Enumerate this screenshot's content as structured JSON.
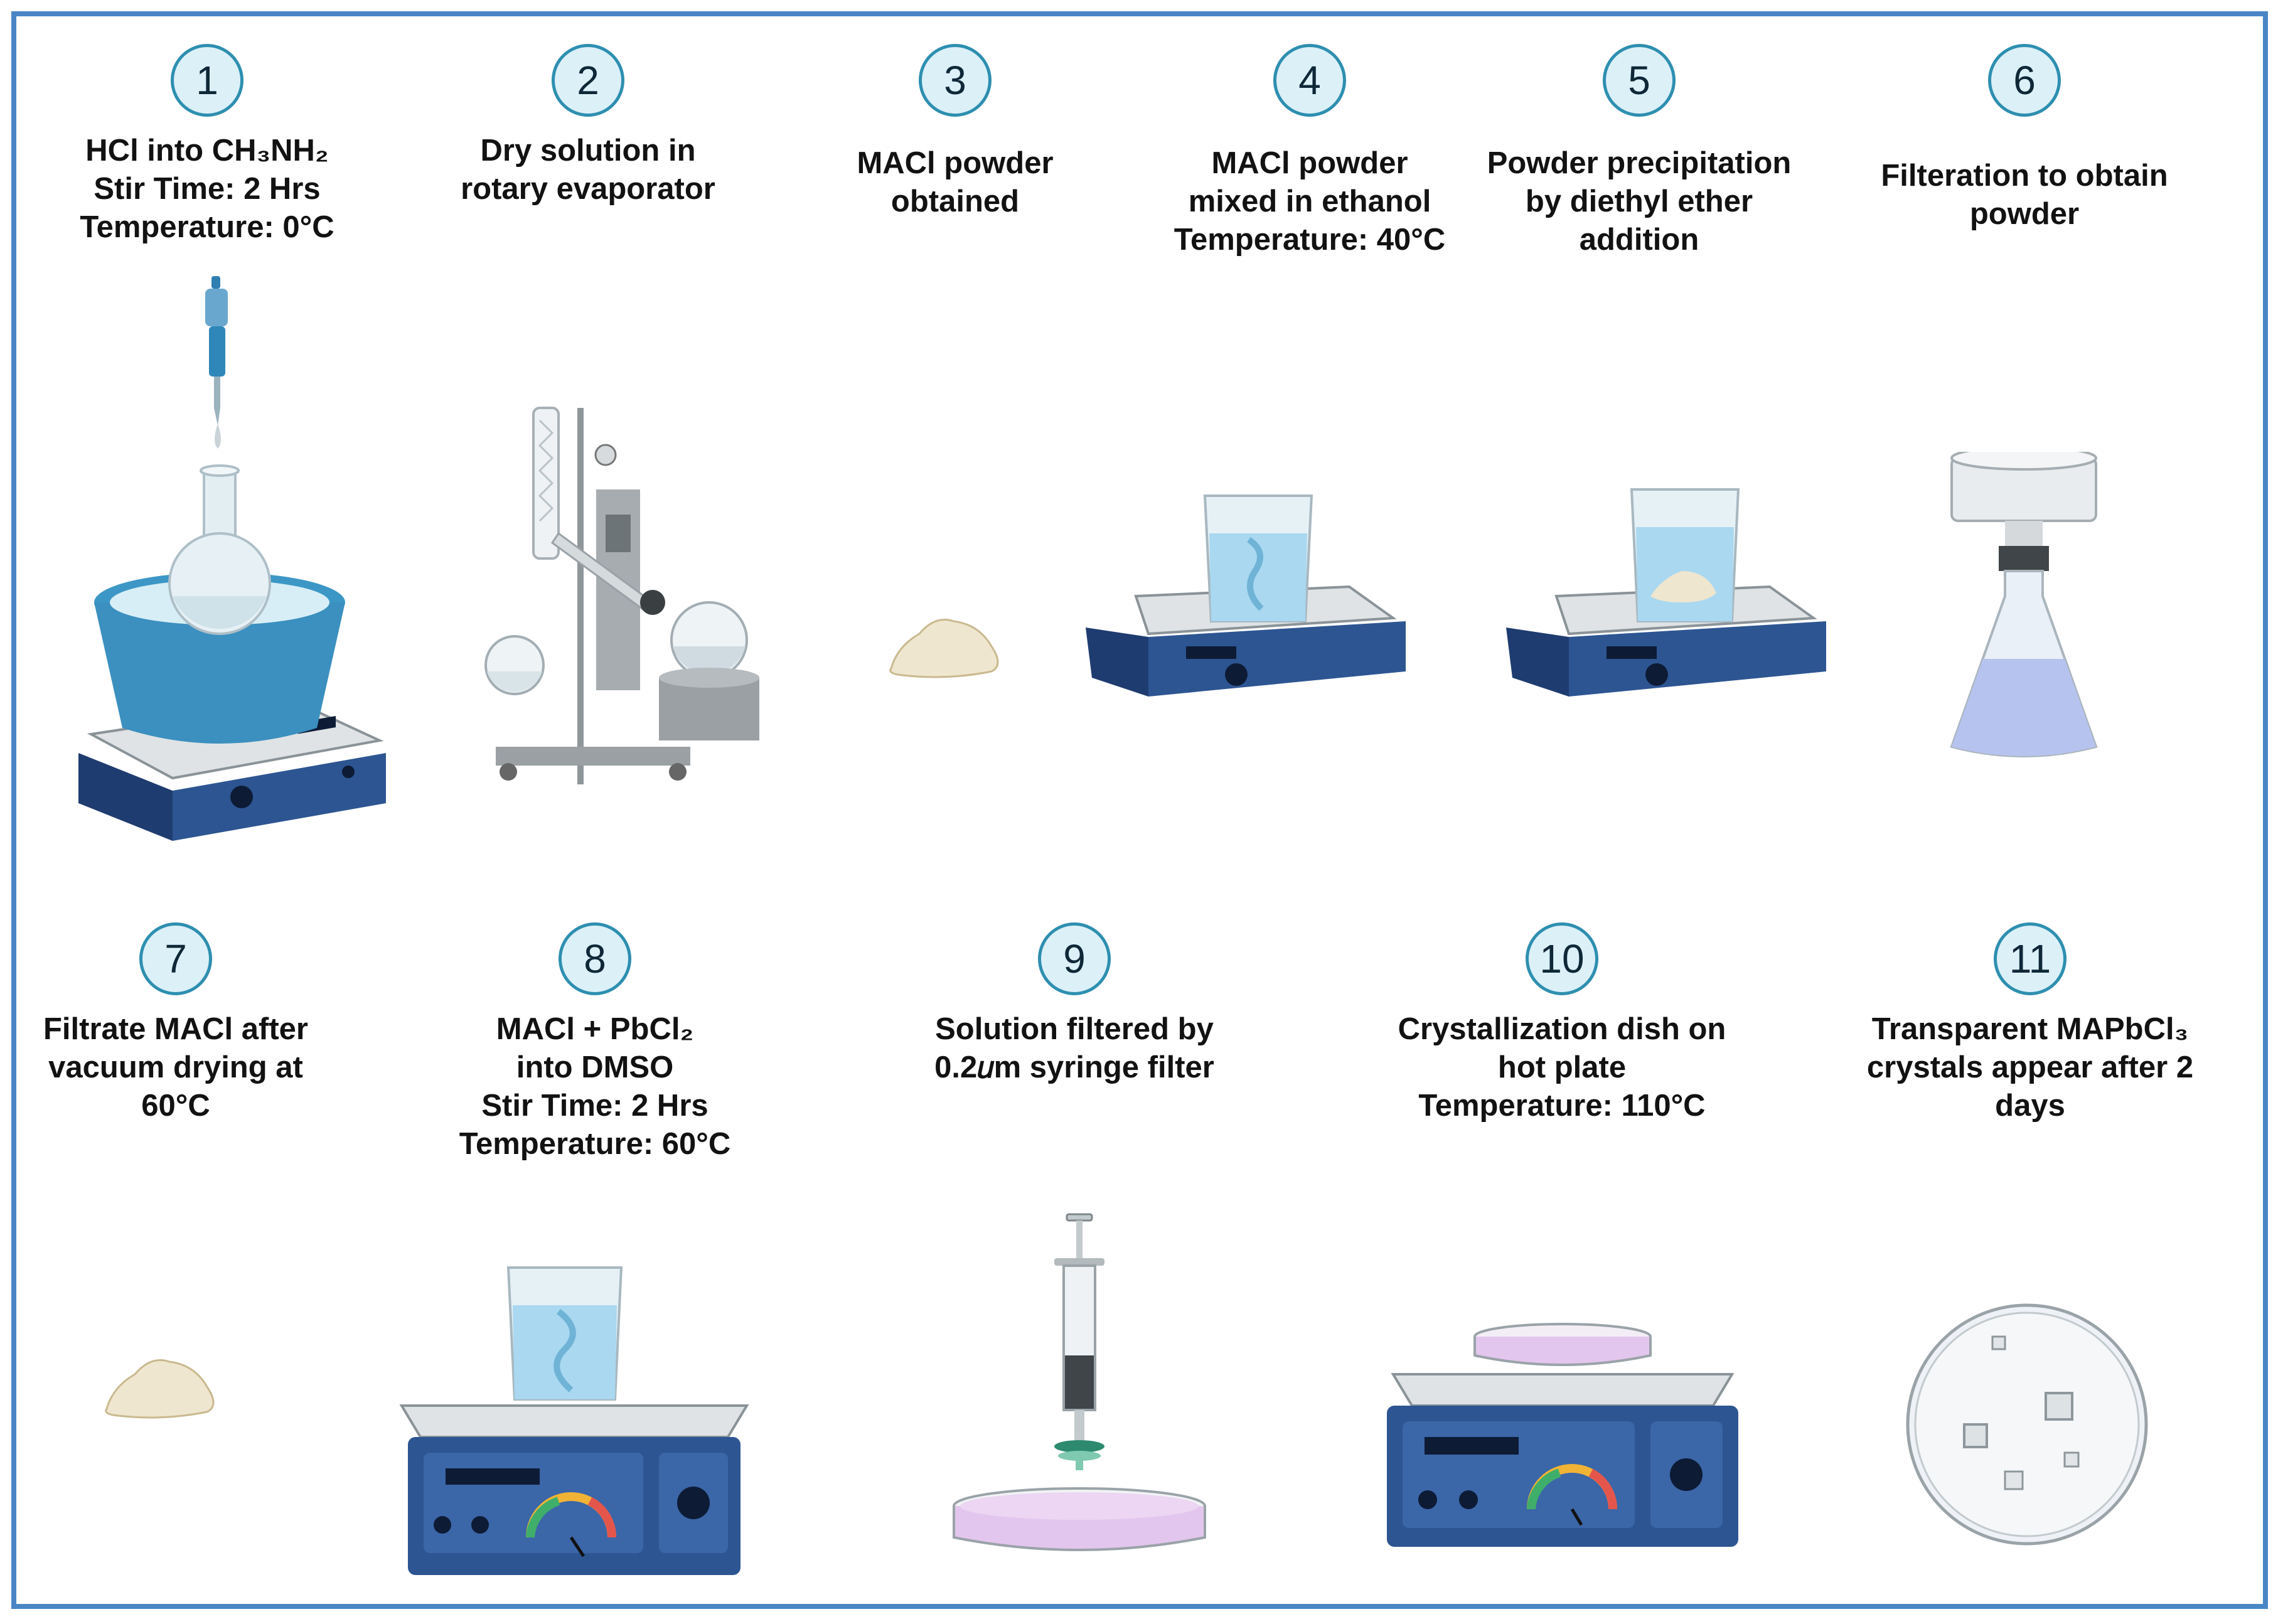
{
  "steps": [
    {
      "number": "1",
      "lines": [
        "HCl into CH₃NH₂",
        "Stir Time: 2 Hrs",
        "Temperature: 0°C"
      ],
      "illustration": "ice-bath-flask-on-hot-plate-with-pipette"
    },
    {
      "number": "2",
      "lines": [
        "Dry solution in",
        "rotary evaporator"
      ],
      "illustration": "rotary-evaporator"
    },
    {
      "number": "3",
      "lines": [
        "MACl powder",
        "obtained"
      ],
      "illustration": "powder-pile"
    },
    {
      "number": "4",
      "lines": [
        "MACl powder",
        "mixed in ethanol",
        "Temperature: 40°C"
      ],
      "illustration": "beaker-on-hot-plate-stirring"
    },
    {
      "number": "5",
      "lines": [
        "Powder precipitation",
        "by diethyl ether",
        "addition"
      ],
      "illustration": "beaker-with-precipitate-on-hot-plate"
    },
    {
      "number": "6",
      "lines": [
        "Filteration to obtain",
        "powder"
      ],
      "illustration": "buchner-funnel-flask"
    },
    {
      "number": "7",
      "lines": [
        "Filtrate MACl after",
        "vacuum drying at",
        "60°C"
      ],
      "illustration": "powder-pile"
    },
    {
      "number": "8",
      "lines": [
        "MACl + PbCl₂",
        "into DMSO",
        "Stir Time: 2 Hrs",
        "Temperature: 60°C"
      ],
      "illustration": "beaker-on-hot-plate-with-gauge"
    },
    {
      "number": "9",
      "lines": [
        "Solution filtered by",
        "0.2𝑢m syringe filter"
      ],
      "illustration": "syringe-filter-into-dish"
    },
    {
      "number": "10",
      "lines": [
        "Crystallization dish on",
        "hot plate",
        "Temperature: 110°C"
      ],
      "illustration": "dish-on-hot-plate-with-gauge"
    },
    {
      "number": "11",
      "lines": [
        "Transparent MAPbCl₃",
        "crystals appear after 2",
        "days"
      ],
      "illustration": "petri-dish-with-crystals"
    }
  ],
  "colors": {
    "border": "#4a86c5",
    "circle_fill": "#dcf0f8",
    "circle_stroke": "#2e8fb0",
    "hotplate_blue": "#2d4f8e",
    "liquid": "#a9d8f0",
    "powder": "#efe6cf",
    "dish_purple": "#e3c6ee"
  }
}
